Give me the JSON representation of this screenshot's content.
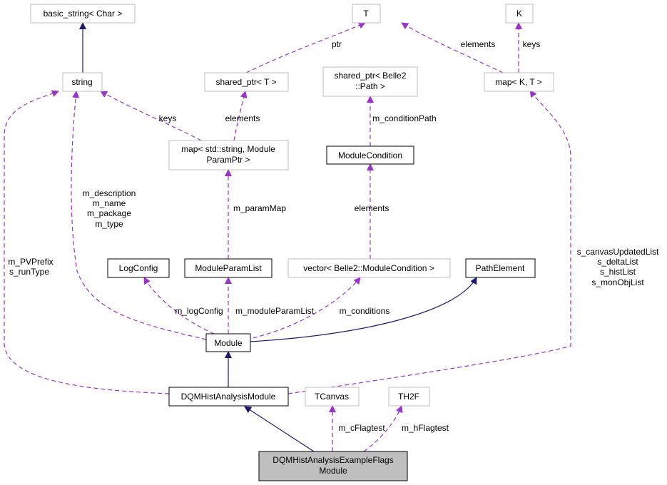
{
  "colors": {
    "inheritance": "#191970",
    "usage": "#9a32cd",
    "focus_fill": "#bfbfbf"
  },
  "nodes": {
    "basic_string": "basic_string< Char >",
    "T": "T",
    "K": "K",
    "string": "string",
    "shared_ptr_T": "shared_ptr< T >",
    "shared_ptr_path_1": "shared_ptr< Belle2",
    "shared_ptr_path_2": "::Path >",
    "map_kt": "map< K, T >",
    "map_param_1": "map< std::string, Module",
    "map_param_2": "ParamPtr >",
    "module_condition": "ModuleCondition",
    "log_config": "LogConfig",
    "module_param_list": "ModuleParamList",
    "vector_cond": "vector< Belle2::ModuleCondition >",
    "path_element": "PathElement",
    "module": "Module",
    "dqm_module": "DQMHistAnalysisModule",
    "tcanvas": "TCanvas",
    "th2f": "TH2F",
    "focus_1": "DQMHistAnalysisExampleFlags",
    "focus_2": "Module"
  },
  "edges": {
    "ptr": "ptr",
    "elements_t": "elements",
    "keys_k": "keys",
    "keys_string": "keys",
    "elements_map": "elements",
    "condition_path": "m_conditionPath",
    "string_members": [
      "m_description",
      "m_name",
      "m_package",
      "m_type"
    ],
    "param_map": "m_paramMap",
    "elements_cond": "elements",
    "pv_prefix": [
      "m_PVPrefix",
      "s_runType"
    ],
    "static_lists": [
      "s_canvasUpdatedList",
      "s_deltaList",
      "s_histList",
      "s_monObjList"
    ],
    "log_config": "m_logConfig",
    "module_param_list": "m_moduleParamList",
    "conditions": "m_conditions",
    "c_flagtest": "m_cFlagtest",
    "h_flagtest": "m_hFlagtest"
  }
}
